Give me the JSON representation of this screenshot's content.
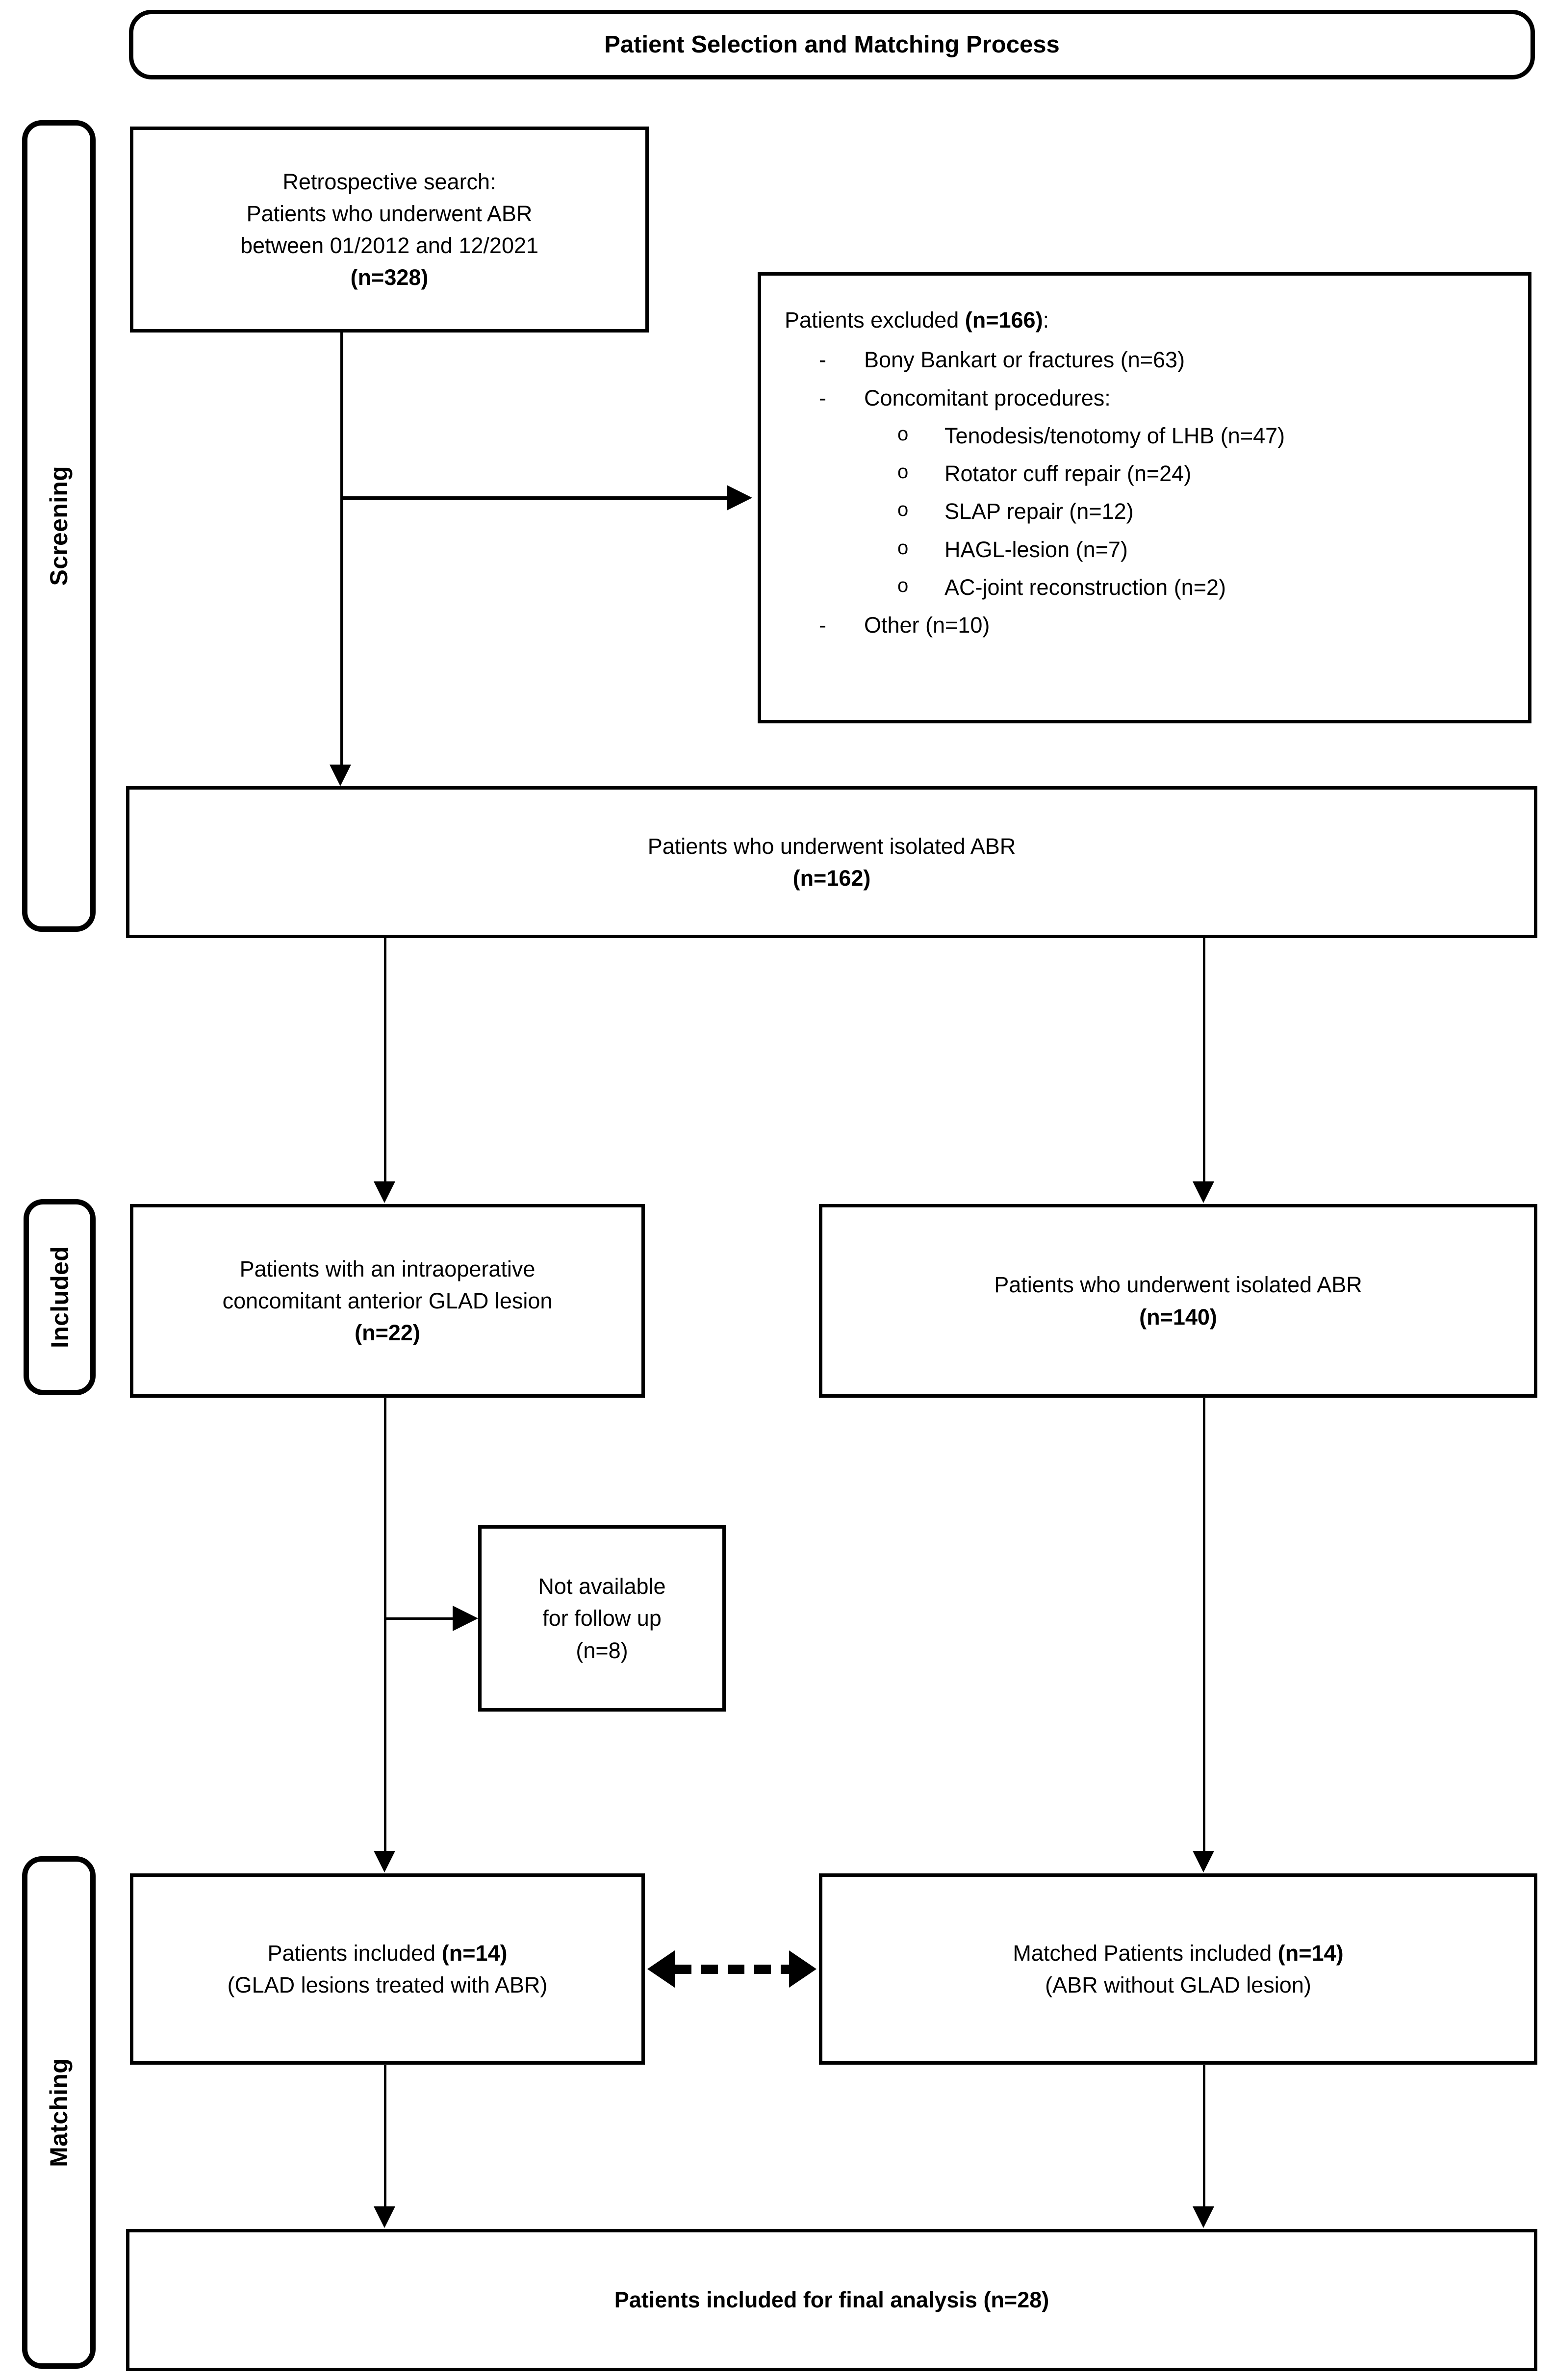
{
  "figure": {
    "title": "Patient Selection and Matching Process"
  },
  "phases": [
    {
      "id": "screening",
      "label": "Screening"
    },
    {
      "id": "included",
      "label": "Included"
    },
    {
      "id": "matching",
      "label": "Matching"
    }
  ],
  "nodes": {
    "retrospective_search": {
      "line1": "Retrospective search:",
      "line2": "Patients who underwent ABR",
      "line3": "between 01/2012 and 12/2021",
      "count": "(n=328)"
    },
    "excluded": {
      "heading_text": "Patients excluded ",
      "heading_count": "(n=166)",
      "heading_colon": ":",
      "bullet_dash": "-",
      "bullet_circle": "o",
      "items": [
        {
          "level": 1,
          "text": "Bony Bankart or fractures (n=63)"
        },
        {
          "level": 1,
          "text": "Concomitant procedures:"
        },
        {
          "level": 2,
          "text": "Tenodesis/tenotomy of LHB (n=47)"
        },
        {
          "level": 2,
          "text": "Rotator cuff repair (n=24)"
        },
        {
          "level": 2,
          "text": "SLAP repair (n=12)"
        },
        {
          "level": 2,
          "text": "HAGL-lesion (n=7)"
        },
        {
          "level": 2,
          "text": "AC-joint reconstruction (n=2)"
        },
        {
          "level": 1,
          "text": "Other (n=10)"
        }
      ]
    },
    "isolated_abr_all": {
      "line1": "Patients who underwent isolated ABR",
      "count": "(n=162)"
    },
    "glad_lesion": {
      "line1": "Patients with an intraoperative",
      "line2": "concomitant anterior GLAD lesion",
      "count": "(n=22)"
    },
    "isolated_abr_140": {
      "line1": "Patients who underwent isolated ABR",
      "count": "(n=140)"
    },
    "not_available": {
      "line1": "Not available",
      "line2": "for follow up",
      "count": "(n=8)"
    },
    "included_glad": {
      "line1_text": "Patients included ",
      "line1_count": "(n=14)",
      "line2": "(GLAD lesions treated with ABR)"
    },
    "included_matched": {
      "line1_text": "Matched Patients included ",
      "line1_count": "(n=14)",
      "line2": "(ABR without GLAD lesion)"
    },
    "final": {
      "text": "Patients included for final analysis (n=28)"
    }
  },
  "colors": {
    "stroke": "#000000",
    "background": "#ffffff"
  }
}
